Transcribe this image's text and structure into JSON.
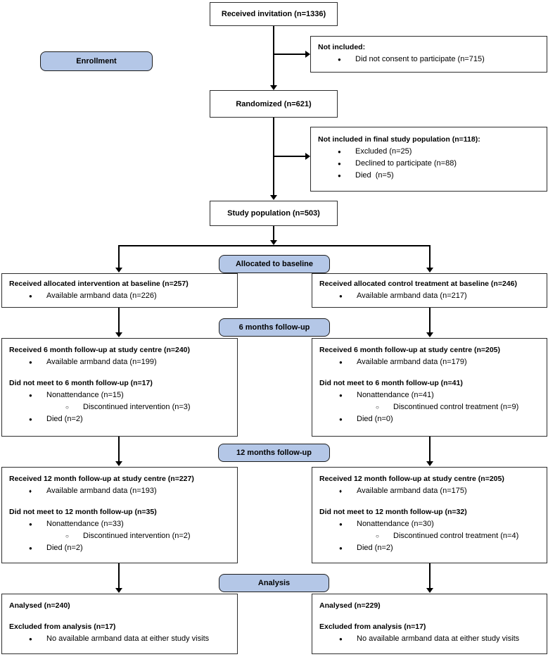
{
  "colors": {
    "badge_fill": "#b4c7e7",
    "badge_border": "#1c1c1c",
    "box_border": "#2e2e2e",
    "arrow": "#000000",
    "background": "#ffffff"
  },
  "stage_labels": {
    "enrollment": "Enrollment",
    "baseline": "Allocated to baseline",
    "followup6": "6 months follow-up",
    "followup12": "12 months follow-up",
    "analysis": "Analysis"
  },
  "markers": {
    "b": "●",
    "o": "○",
    "d": "♦"
  },
  "boxes": {
    "invitation": {
      "title": "Received invitation (n=1336)"
    },
    "not_included": {
      "items": [
        {
          "t": "h",
          "text": "Not included:"
        },
        {
          "t": "b",
          "text": "Did not consent to participate (n=715)"
        }
      ]
    },
    "randomized": {
      "title": "Randomized (n=621)"
    },
    "not_in_final": {
      "items": [
        {
          "t": "h",
          "text": "Not included in final study population (n=118):"
        },
        {
          "t": "b",
          "text": "Excluded (n=25)"
        },
        {
          "t": "b",
          "text": "Declined to participate (n=88)"
        },
        {
          "t": "b",
          "text": "Died  (n=5)"
        }
      ]
    },
    "study_population": {
      "title": "Study population (n=503)"
    },
    "baseline_intervention": {
      "items": [
        {
          "t": "h",
          "text": "Received allocated intervention at baseline (n=257)"
        },
        {
          "t": "b",
          "text": "Available armband data (n=226)"
        }
      ]
    },
    "baseline_control": {
      "items": [
        {
          "t": "h",
          "text": "Received allocated control treatment at baseline (n=246)"
        },
        {
          "t": "b",
          "text": "Available armband data (n=217)"
        }
      ]
    },
    "m6_intervention": {
      "items": [
        {
          "t": "h",
          "text": "Received 6 month follow-up at study centre (n=240)"
        },
        {
          "t": "b",
          "text": "Available armband data (n=199)"
        },
        {
          "t": "gap"
        },
        {
          "t": "h",
          "text": "Did not meet to 6 month follow-up (n=17)"
        },
        {
          "t": "b",
          "text": "Nonattendance (n=15)"
        },
        {
          "t": "o",
          "text": "Discontinued intervention (n=3)"
        },
        {
          "t": "b",
          "text": "Died (n=2)"
        }
      ]
    },
    "m6_control": {
      "items": [
        {
          "t": "h",
          "text": "Received 6 month follow-up at study centre (n=205)"
        },
        {
          "t": "b",
          "text": "Available armband data (n=179)"
        },
        {
          "t": "gap"
        },
        {
          "t": "h",
          "text": "Did not meet to 6 month follow-up (n=41)"
        },
        {
          "t": "b",
          "text": "Nonattendance (n=41)"
        },
        {
          "t": "o",
          "text": "Discontinued control treatment (n=9)"
        },
        {
          "t": "b",
          "text": "Died (n=0)"
        }
      ]
    },
    "m12_intervention": {
      "items": [
        {
          "t": "h",
          "text": "Received 12 month follow-up at study centre (n=227)"
        },
        {
          "t": "d",
          "text": "Available armband data (n=193)"
        },
        {
          "t": "gap"
        },
        {
          "t": "h",
          "text": "Did not meet to 12 month follow-up (n=35)"
        },
        {
          "t": "b",
          "text": "Nonattendance (n=33)"
        },
        {
          "t": "o",
          "text": "Discontinued intervention (n=2)"
        },
        {
          "t": "b",
          "text": "Died (n=2)"
        }
      ]
    },
    "m12_control": {
      "items": [
        {
          "t": "h",
          "text": "Received 12 month follow-up at study centre (n=205)"
        },
        {
          "t": "d",
          "text": "Available armband data (n=175)"
        },
        {
          "t": "gap"
        },
        {
          "t": "h",
          "text": "Did not meet to 12 month follow-up (n=32)"
        },
        {
          "t": "b",
          "text": "Nonattendance (n=30)"
        },
        {
          "t": "o",
          "text": "Discontinued control treatment (n=4)"
        },
        {
          "t": "b",
          "text": "Died (n=2)"
        }
      ]
    },
    "analysis_intervention": {
      "items": [
        {
          "t": "h",
          "text": "Analysed (n=240)"
        },
        {
          "t": "gap"
        },
        {
          "t": "h",
          "text": "Excluded from analysis (n=17)"
        },
        {
          "t": "b",
          "text": "No available armband data at either study visits"
        }
      ]
    },
    "analysis_control": {
      "items": [
        {
          "t": "h",
          "text": "Analysed (n=229)"
        },
        {
          "t": "gap"
        },
        {
          "t": "h",
          "text": "Excluded from analysis (n=17)"
        },
        {
          "t": "b",
          "text": "No available armband data at either study visits"
        }
      ]
    }
  }
}
